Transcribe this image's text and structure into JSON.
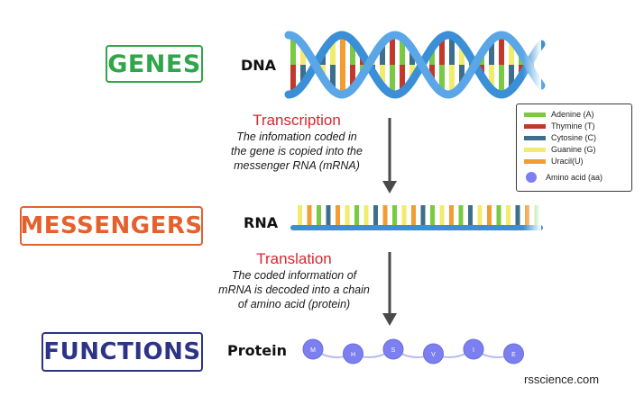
{
  "stages": {
    "genes": "GENES",
    "messengers": "MESSENGERS",
    "functions": "FUNCTIONS"
  },
  "molecules": {
    "dna": "DNA",
    "rna": "RNA",
    "protein": "Protein"
  },
  "steps": {
    "transcription": {
      "title": "Transcription",
      "desc_lines": [
        "The infomation coded in",
        "the gene is copied into the",
        "messenger RNA (mRNA)"
      ]
    },
    "translation": {
      "title": "Translation",
      "desc_lines": [
        "The coded information of",
        "mRNA is decoded into a chain",
        "of amino acid (protein)"
      ]
    }
  },
  "legend": {
    "items": [
      {
        "label": "Adenine (A)",
        "color": "#7ac943"
      },
      {
        "label": "Thymine (T)",
        "color": "#c0392b"
      },
      {
        "label": "Cytosine (C)",
        "color": "#3d6e8c"
      },
      {
        "label": "Guanine (G)",
        "color": "#f2ec6e"
      },
      {
        "label": "Uracil(U)",
        "color": "#f39c34"
      }
    ],
    "amino_acid_label": "Amino acid (aa)",
    "amino_acid_color": "#7b7ff0"
  },
  "protein_chain": [
    "M",
    "H",
    "S",
    "V",
    "I",
    "E"
  ],
  "colors": {
    "genes": "#2fa64a",
    "messengers": "#e4612e",
    "functions": "#2d3488",
    "step_title": "#d8282c",
    "helix": "#3a8fd6",
    "arrow": "#4a4a4a"
  },
  "credit": "rsscience.com"
}
